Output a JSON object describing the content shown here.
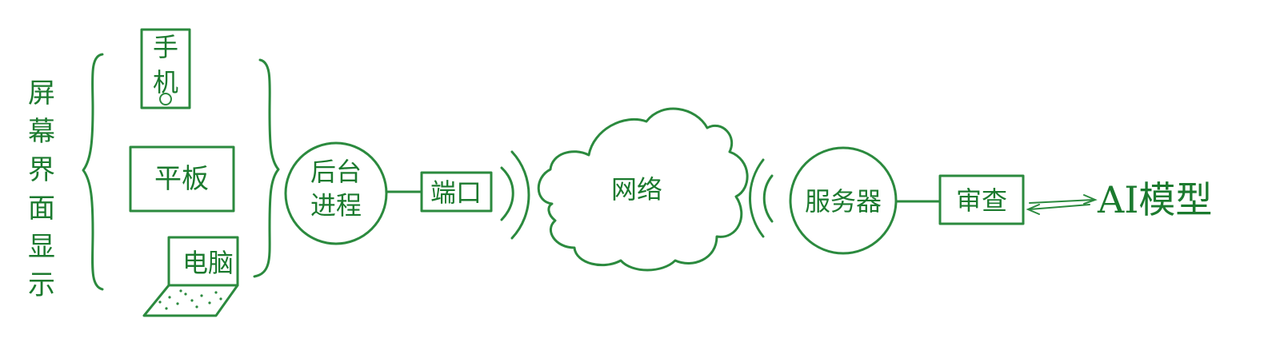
{
  "diagram": {
    "screen_label": "屏幕界面显示",
    "devices": {
      "phone": "手机",
      "tablet": "平板",
      "computer": "电脑"
    },
    "background_process": [
      "后台",
      "进程"
    ],
    "port": "端口",
    "network": "网络",
    "server": "服务器",
    "review": "审查",
    "ai_model": "AI模型"
  },
  "colors": {
    "stroke": "#2b8a3e",
    "text": "#1b7a2e",
    "background": "#ffffff"
  }
}
